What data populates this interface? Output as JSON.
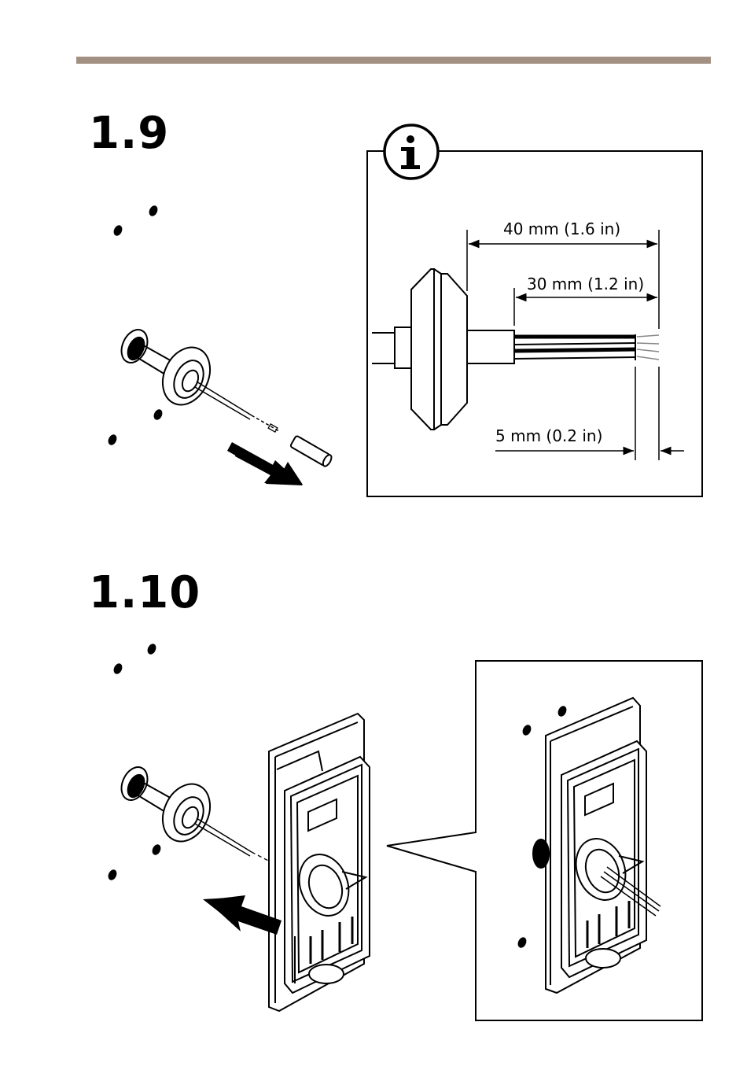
{
  "header": {
    "rule_color": "#a29183"
  },
  "steps": [
    {
      "number": "1.9",
      "info_box": {
        "icon": "info-icon",
        "dimensions": [
          "40 mm (1.6 in)",
          "30 mm (1.2 in)",
          "5 mm (0.2 in)"
        ]
      }
    },
    {
      "number": "1.10"
    }
  ]
}
